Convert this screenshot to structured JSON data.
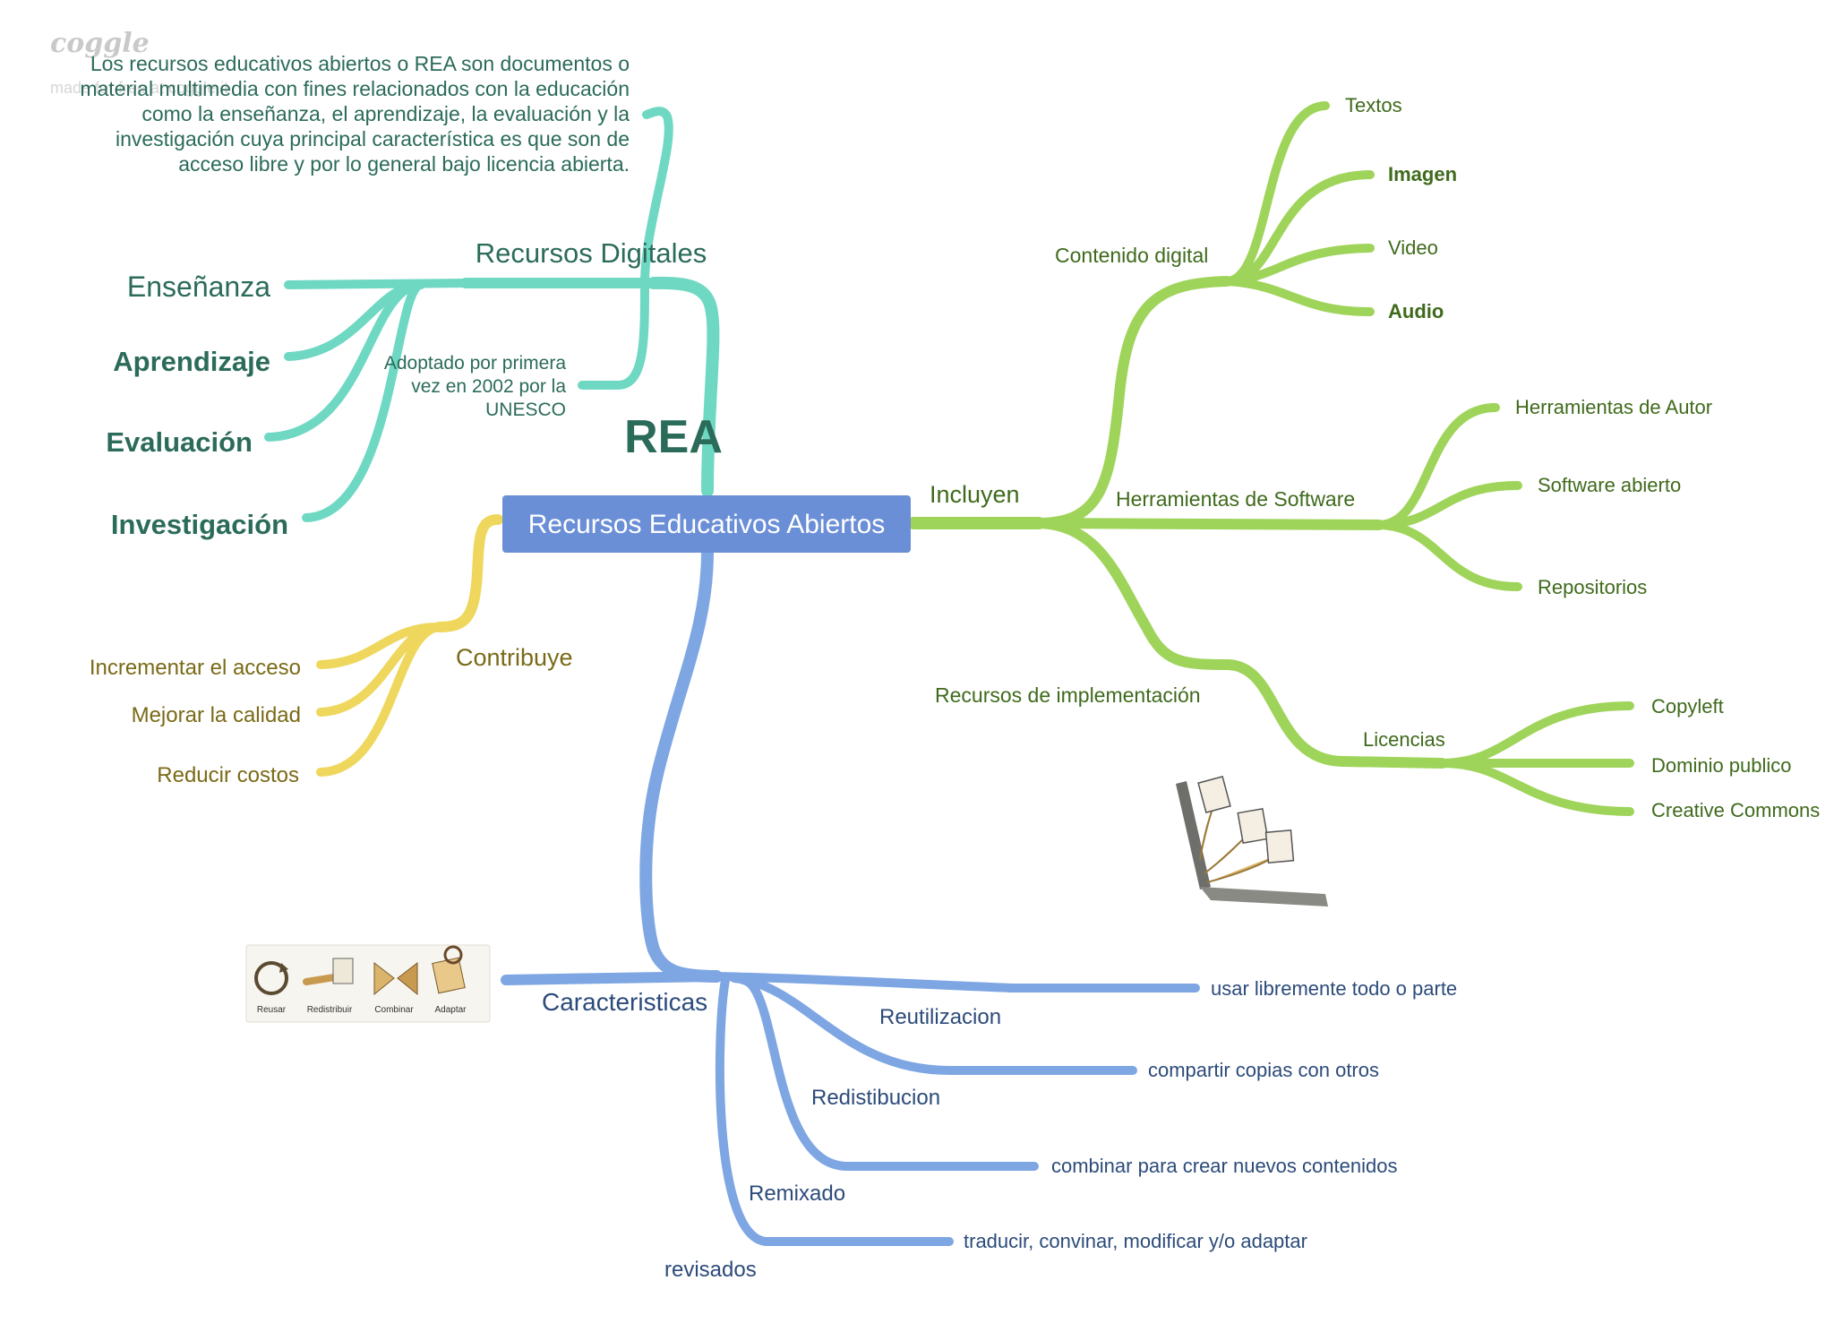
{
  "watermark": "coggle",
  "watermark_sub": "made for free at coggle.it",
  "center": {
    "label": "Recursos Educativos Abiertos",
    "color": "#6b8fd6"
  },
  "branches": {
    "teal": {
      "color": "#6fd8c3",
      "text_color": "#2b6b5a",
      "rea_label": "REA",
      "digitales_label": "Recursos Digitales",
      "description": [
        "Los recursos educativos abiertos o REA son documentos o",
        "material multimedia con fines relacionados con la educación",
        "como la enseñanza, el aprendizaje, la evaluación y la",
        "investigación cuya principal característica es que son de",
        "acceso libre y por lo general bajo licencia abierta."
      ],
      "unesco": [
        "Adoptado por primera",
        "vez en 2002 por la",
        "UNESCO"
      ],
      "children": [
        "Enseñanza",
        "Aprendizaje",
        "Evaluación",
        "Investigación"
      ]
    },
    "yellow": {
      "color": "#eed75c",
      "text_color": "#7a6a17",
      "label": "Contribuye",
      "children": [
        "Incrementar el acceso",
        "Mejorar la calidad",
        "Reducir costos"
      ]
    },
    "green": {
      "color": "#9fd45a",
      "text_color": "#3f6a1c",
      "label": "Incluyen",
      "contenido": {
        "label": "Contenido digital",
        "children": [
          "Textos",
          "Imagen",
          "Video",
          "Audio"
        ]
      },
      "software": {
        "label": "Herramientas de Software",
        "children": [
          "Herramientas de Autor",
          "Software abierto",
          "Repositorios"
        ]
      },
      "implementacion": {
        "label": "Recursos de implementación"
      },
      "licencias": {
        "label": "Licencias",
        "children": [
          "Copyleft",
          "Dominio publico",
          "Creative Commons"
        ]
      }
    },
    "blue": {
      "color": "#7ea6e3",
      "text_color": "#2c4b7a",
      "label": "Caracteristicas",
      "items": [
        {
          "label": "Reutilizacion",
          "detail": "usar libremente todo o parte"
        },
        {
          "label": "Redistibucion",
          "detail": "compartir copias con otros"
        },
        {
          "label": "Remixado",
          "detail": "combinar para crear nuevos contenidos"
        },
        {
          "label": "revisados",
          "detail": "traducir, convinar, modificar y/o adaptar"
        }
      ],
      "icon_labels": [
        "Reusar",
        "Redistribuir",
        "Combinar",
        "Adaptar"
      ]
    }
  }
}
